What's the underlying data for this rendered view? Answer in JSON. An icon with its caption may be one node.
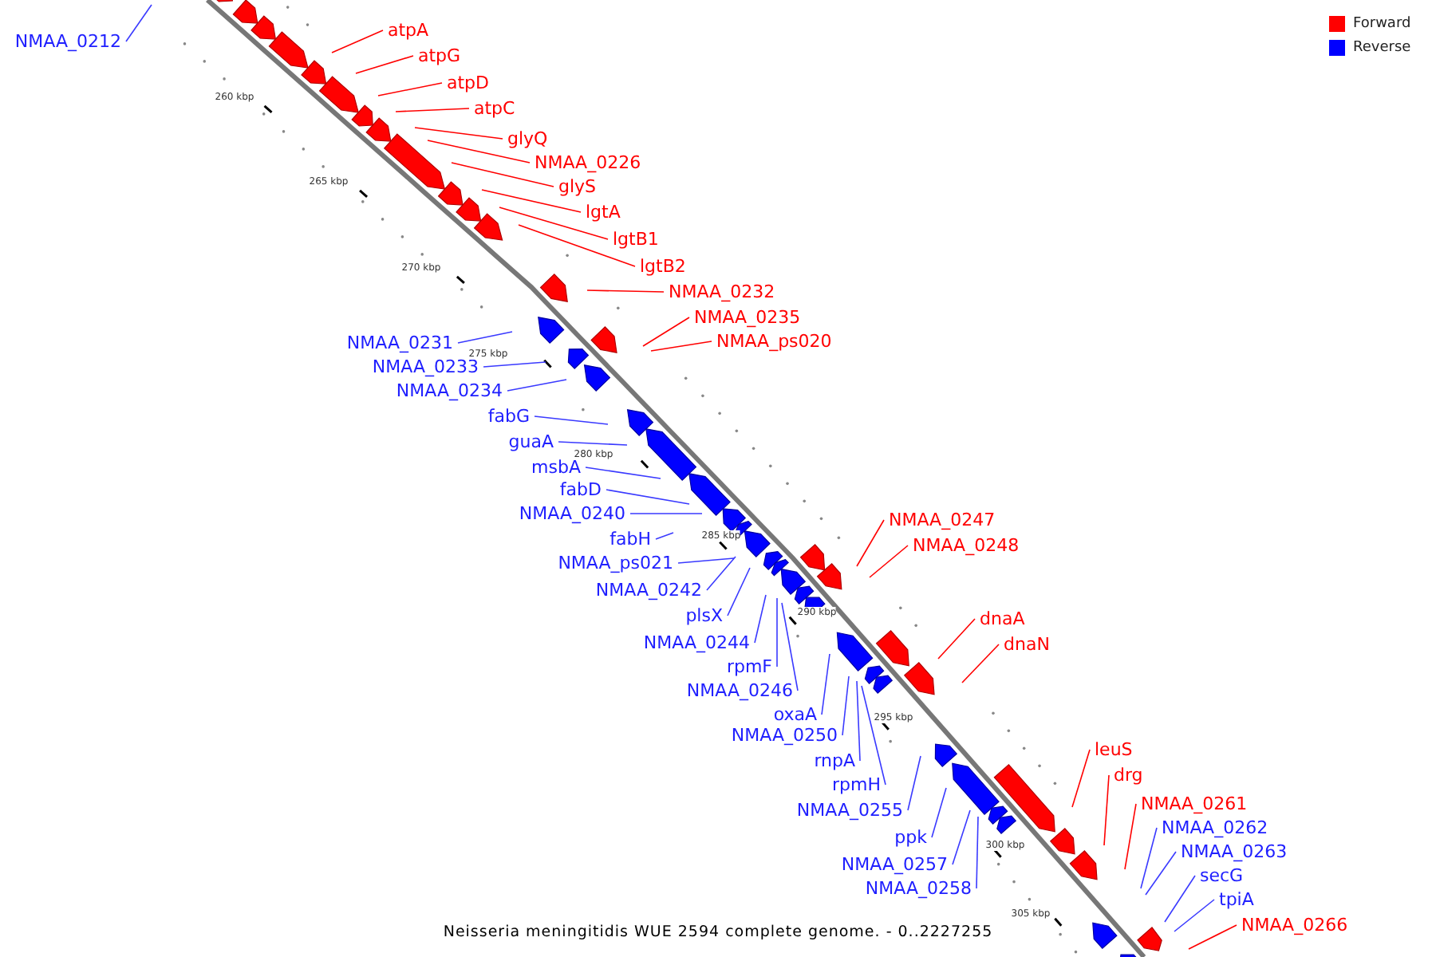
{
  "diagram": {
    "caption": "Neisseria meningitidis WUE 2594 complete genome. - 0..2227255",
    "nodes": [
      {
        "text": [
          "NMAA_0212"
        ]
      },
      {
        "text": [
          "atpA"
        ]
      },
      {
        "text": [
          "atpG"
        ]
      },
      {
        "text": [
          "atpD"
        ]
      },
      {
        "text": [
          "atpC"
        ]
      },
      {
        "text": [
          "glyQ"
        ]
      },
      {
        "text": [
          "NMAA_0226"
        ]
      },
      {
        "text": [
          "glyS"
        ]
      },
      {
        "text": [
          "lgtA"
        ]
      },
      {
        "text": [
          "lgtB1"
        ]
      },
      {
        "text": [
          "lgtB2"
        ]
      },
      {
        "text": [
          "NMAA_0232"
        ]
      },
      {
        "text": [
          "NMAA_0235"
        ]
      },
      {
        "text": [
          "NMAA_0231"
        ]
      },
      {
        "text": [
          "NMAA_ps020"
        ]
      },
      {
        "text": [
          "NMAA_0233"
        ]
      },
      {
        "text": [
          "NMAA_0234"
        ]
      },
      {
        "text": [
          "fabG"
        ]
      },
      {
        "text": [
          "guaA"
        ]
      },
      {
        "text": [
          "msbA"
        ]
      },
      {
        "text": [
          "fabD"
        ]
      },
      {
        "text": [
          "NMAA_0240"
        ]
      },
      {
        "text": [
          "NMAA_0247"
        ]
      },
      {
        "text": [
          "fabH"
        ]
      },
      {
        "text": [
          "NMAA_0248"
        ]
      },
      {
        "text": [
          "NMAA_ps021"
        ]
      },
      {
        "text": [
          "NMAA_0242"
        ]
      },
      {
        "text": [
          "plsX"
        ]
      },
      {
        "text": [
          "dnaA"
        ]
      },
      {
        "text": [
          "NMAA_0244"
        ]
      },
      {
        "text": [
          "dnaN"
        ]
      },
      {
        "text": [
          "rpmF"
        ]
      },
      {
        "text": [
          "NMAA_0246"
        ]
      },
      {
        "text": [
          "oxaA"
        ]
      },
      {
        "text": [
          "NMAA_0250"
        ]
      },
      {
        "text": [
          "leuS"
        ]
      },
      {
        "text": [
          "rnpA"
        ]
      },
      {
        "text": [
          "drg"
        ]
      },
      {
        "text": [
          "rpmH"
        ]
      },
      {
        "text": [
          "NMAA_0261"
        ]
      },
      {
        "text": [
          "NMAA_0255"
        ]
      },
      {
        "text": [
          "NMAA_0262"
        ]
      },
      {
        "text": [
          "ppk"
        ]
      },
      {
        "text": [
          "NMAA_0263"
        ]
      },
      {
        "text": [
          "NMAA_0257"
        ]
      },
      {
        "text": [
          "secG"
        ]
      },
      {
        "text": [
          "NMAA_0258"
        ]
      },
      {
        "text": [
          "tpiA"
        ]
      },
      {
        "text": [
          "NMAA_0266"
        ]
      }
    ],
    "edges": [
      {
        "from": 0,
        "to": null,
        "arrow": "none"
      },
      {
        "from": 1,
        "to": null,
        "arrow": "none",
        "color": "#ff0000"
      },
      {
        "from": 2,
        "to": null,
        "arrow": "none",
        "color": "#ff0000"
      },
      {
        "from": 3,
        "to": null,
        "arrow": "none",
        "color": "#ff0000"
      },
      {
        "from": 4,
        "to": null,
        "arrow": "none",
        "color": "#ff0000"
      },
      {
        "from": 5,
        "to": null,
        "arrow": "none",
        "color": "#ff0000"
      },
      {
        "from": 6,
        "to": null,
        "arrow": "none",
        "color": "#ff0000"
      },
      {
        "from": 7,
        "to": null,
        "arrow": "none",
        "color": "#ff0000"
      },
      {
        "from": 8,
        "to": null,
        "arrow": "none",
        "color": "#ff0000"
      },
      {
        "from": 9,
        "to": null,
        "arrow": "none",
        "color": "#ff0000"
      },
      {
        "from": 10,
        "to": null,
        "arrow": "none",
        "color": "#ff0000"
      },
      {
        "from": 11,
        "to": null,
        "arrow": "none",
        "color": "#ff0000"
      },
      {
        "from": 12,
        "to": null,
        "arrow": "none",
        "color": "#ff0000"
      },
      {
        "from": 13,
        "to": null,
        "arrow": "none"
      },
      {
        "from": 14,
        "to": null,
        "arrow": "none",
        "color": "#ff0000"
      },
      {
        "from": 15,
        "to": null,
        "arrow": "none"
      },
      {
        "from": 16,
        "to": null,
        "arrow": "none"
      },
      {
        "from": 17,
        "to": null,
        "arrow": "none"
      },
      {
        "from": 18,
        "to": null,
        "arrow": "none"
      },
      {
        "from": 19,
        "to": null,
        "arrow": "none"
      },
      {
        "from": 20,
        "to": null,
        "arrow": "none"
      },
      {
        "from": 21,
        "to": null,
        "arrow": "none"
      },
      {
        "from": 22,
        "to": null,
        "arrow": "none",
        "color": "#ff0000"
      },
      {
        "from": 23,
        "to": null,
        "arrow": "none"
      },
      {
        "from": 24,
        "to": null,
        "arrow": "none",
        "color": "#ff0000"
      },
      {
        "from": 25,
        "to": null,
        "arrow": "none"
      },
      {
        "from": 26,
        "to": null,
        "arrow": "none"
      },
      {
        "from": 27,
        "to": null,
        "arrow": "none"
      },
      {
        "from": 28,
        "to": null,
        "arrow": "none",
        "color": "#ff0000"
      },
      {
        "from": 29,
        "to": null,
        "arrow": "none"
      },
      {
        "from": 30,
        "to": null,
        "arrow": "none",
        "color": "#ff0000"
      },
      {
        "from": 31,
        "to": null,
        "arrow": "none"
      },
      {
        "from": 32,
        "to": null,
        "arrow": "none"
      },
      {
        "from": 33,
        "to": null,
        "arrow": "none"
      },
      {
        "from": 34,
        "to": null,
        "arrow": "none"
      },
      {
        "from": 35,
        "to": null,
        "arrow": "none",
        "color": "#ff0000"
      },
      {
        "from": 36,
        "to": null,
        "arrow": "none"
      },
      {
        "from": 37,
        "to": null,
        "arrow": "none",
        "color": "#ff0000"
      },
      {
        "from": 38,
        "to": null,
        "arrow": "none"
      },
      {
        "from": 39,
        "to": null,
        "arrow": "none",
        "color": "#ff0000"
      },
      {
        "from": 40,
        "to": null,
        "arrow": "none"
      },
      {
        "from": 41,
        "to": null,
        "arrow": "none"
      },
      {
        "from": 42,
        "to": null,
        "arrow": "none"
      },
      {
        "from": 43,
        "to": null,
        "arrow": "none"
      },
      {
        "from": 44,
        "to": null,
        "arrow": "none"
      },
      {
        "from": 45,
        "to": null,
        "arrow": "none"
      },
      {
        "from": 46,
        "to": null,
        "arrow": "none"
      },
      {
        "from": 47,
        "to": null,
        "arrow": "none"
      },
      {
        "from": 48,
        "to": null,
        "arrow": "none",
        "color": "#ff0000"
      }
    ],
    "labels": [
      "260 kbp",
      "265 kbp",
      "270 kbp",
      "275 kbp",
      "280 kbp",
      "285 kbp",
      "290 kbp",
      "295 kbp",
      "300 kbp",
      "305 kbp"
    ],
    "legend": [
      {
        "text": "Forward",
        "color": "#ff0000"
      },
      {
        "text": "Reverse",
        "color": "#0000ff"
      }
    ]
  }
}
